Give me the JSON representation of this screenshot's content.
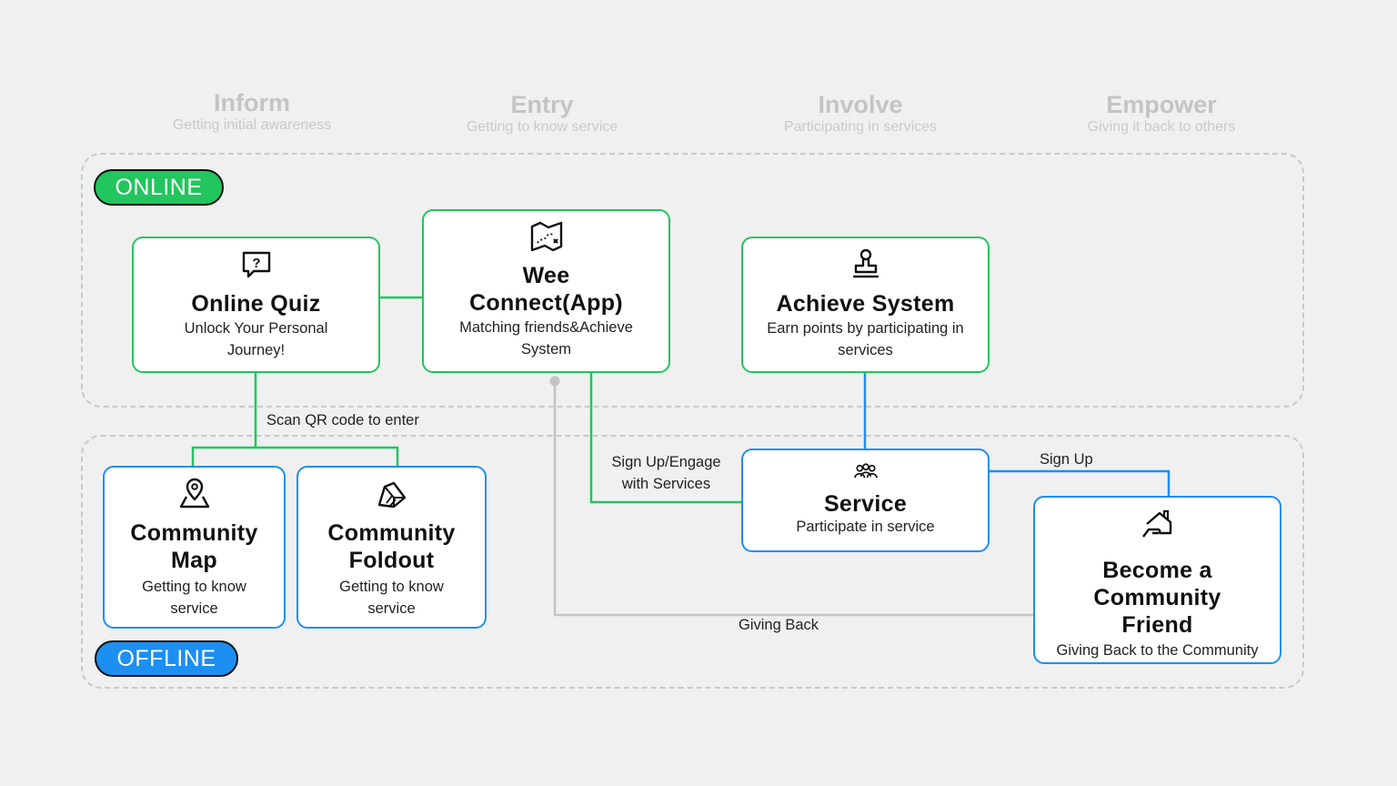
{
  "colors": {
    "online": "#22c55e",
    "offline": "#1d8ff0",
    "connector_grey": "#c4c4c4",
    "background": "#f0f0f0"
  },
  "stages": [
    {
      "title": "Inform",
      "subtitle": "Getting initial awareness"
    },
    {
      "title": "Entry",
      "subtitle": "Getting to know service"
    },
    {
      "title": "Involve",
      "subtitle": "Participating in services"
    },
    {
      "title": "Empower",
      "subtitle": "Giving it back to others"
    }
  ],
  "zones": {
    "online_label": "ONLINE",
    "offline_label": "OFFLINE"
  },
  "nodes": {
    "online_quiz": {
      "icon": "question-bubble-icon",
      "title": "Online Quiz",
      "subtitle": "Unlock Your Personal Journey!"
    },
    "wee_connect": {
      "icon": "treasure-map-icon",
      "title": "Wee Connect(App)",
      "subtitle": "Matching friends&Achieve System"
    },
    "achieve_system": {
      "icon": "stamp-icon",
      "title": "Achieve System",
      "subtitle": "Earn points by participating in services"
    },
    "community_map": {
      "icon": "map-pin-icon",
      "title": "Community Map",
      "subtitle": "Getting to know service"
    },
    "community_foldout": {
      "icon": "foldout-icon",
      "title": "Community Foldout",
      "subtitle": "Getting to know service"
    },
    "service": {
      "icon": "people-group-icon",
      "title": "Service",
      "subtitle": "Participate in service"
    },
    "community_friend": {
      "icon": "helping-hand-house-icon",
      "title": "Become a Community Friend",
      "subtitle": "Giving Back to the Community"
    }
  },
  "edges": {
    "scan_qr": "Scan QR code to enter",
    "sign_up_engage": "Sign Up/Engage with Services",
    "sign_up": "Sign Up",
    "giving_back": "Giving Back"
  }
}
